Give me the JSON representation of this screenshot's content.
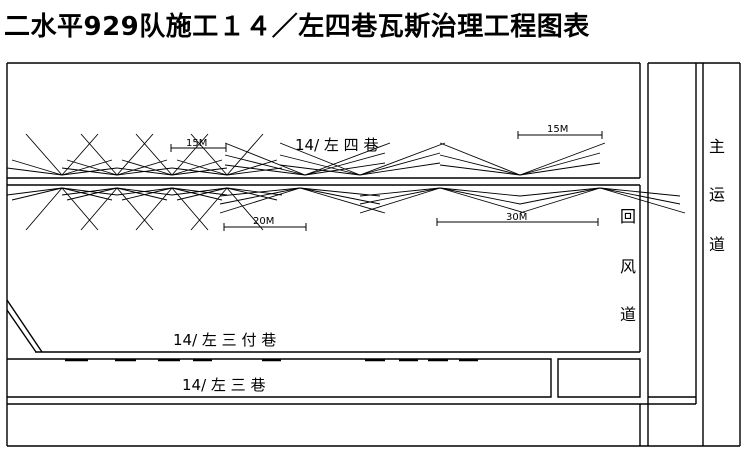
{
  "title": "二水平929队施工１４／左四巷瓦斯治理工程图表",
  "roadways": {
    "left_fourth": "14/ 左 四 巷",
    "left_third_aux": "14/ 左 三 付 巷",
    "left_third": "14/ 左 三 巷",
    "return_air": [
      "回",
      "风",
      "道"
    ],
    "main_haulage": [
      "主",
      "运",
      "道"
    ]
  },
  "dimensions": {
    "d1": "15M",
    "d2": "15M",
    "d3": "20M",
    "d4": "30M"
  },
  "colors": {
    "line": "#000000",
    "background": "#ffffff"
  }
}
